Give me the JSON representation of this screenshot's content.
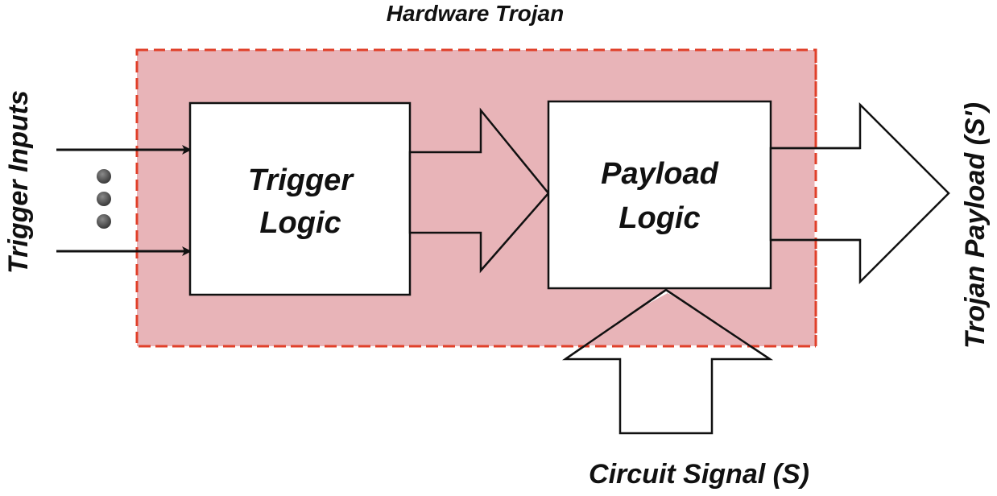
{
  "title": "Hardware Trojan",
  "trigger_inputs_label": "Trigger Inputs",
  "trojan_payload_label": "Trojan Payload (S')",
  "circuit_signal_label": "Circuit Signal (S)",
  "trigger_logic": {
    "line1": "Trigger",
    "line2": "Logic"
  },
  "payload_logic": {
    "line1": "Payload",
    "line2": "Logic"
  },
  "colors": {
    "trojan_region_fill": "#e8b4b8",
    "trojan_region_border": "#e0402a",
    "stroke": "#111111",
    "box_fill": "#ffffff",
    "dots": "#555555"
  }
}
